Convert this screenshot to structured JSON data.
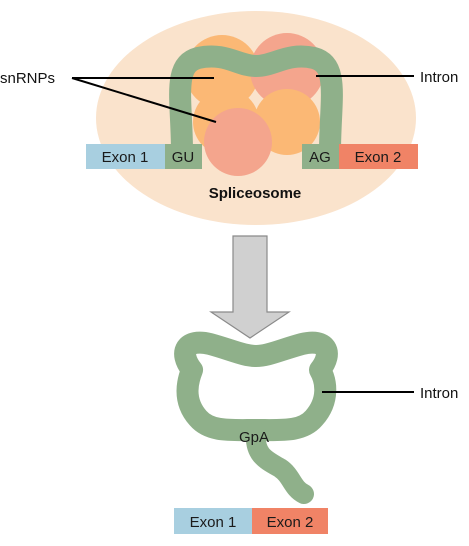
{
  "colors": {
    "spliceosome_bg": "#fae3cc",
    "snrnp_orange": "#fbb875",
    "snrnp_pink": "#f4a58d",
    "intron_green": "#8fb08a",
    "exon1_blue": "#a8cfe0",
    "exon2_red": "#f08366",
    "arrow_gray": "#d0d0d0"
  },
  "top": {
    "snrnps_label": "snRNPs",
    "intron_label": "Intron",
    "exon1_label": "Exon 1",
    "gu_label": "GU",
    "ag_label": "AG",
    "exon2_label": "Exon 2",
    "spliceosome_label": "Spliceosome"
  },
  "bottom": {
    "intron_label": "Intron",
    "gpa_label": "GpA",
    "exon1_label": "Exon 1",
    "exon2_label": "Exon 2"
  }
}
